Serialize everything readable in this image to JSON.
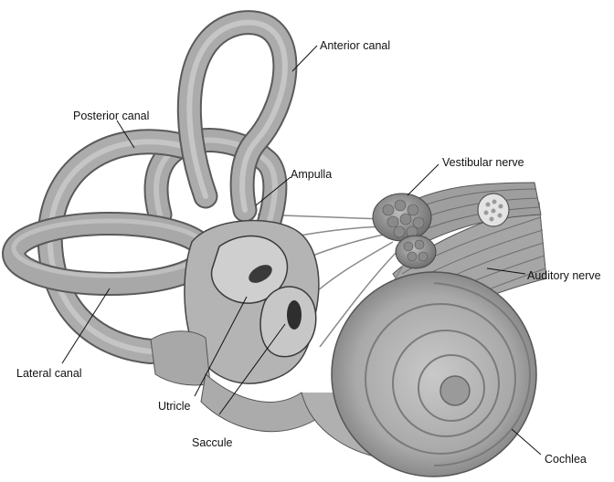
{
  "labels": {
    "anterior_canal": "Anterior canal",
    "posterior_canal": "Posterior canal",
    "ampulla": "Ampulla",
    "vestibular_nerve": "Vestibular nerve",
    "auditory_nerve": "Auditory nerve",
    "lateral_canal": "Lateral canal",
    "utricle": "Utricle",
    "saccule": "Saccule",
    "cochlea": "Cochlea"
  }
}
